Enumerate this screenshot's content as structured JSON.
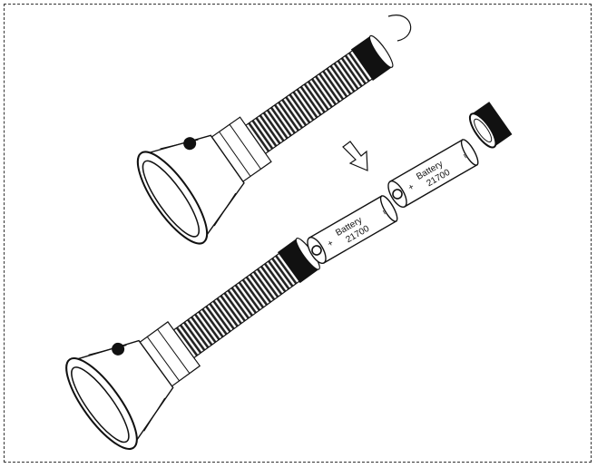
{
  "batteries": [
    {
      "label": "Battery",
      "model": "21700",
      "positive": "+",
      "negative": "−"
    },
    {
      "label": "Battery",
      "model": "21700",
      "positive": "+",
      "negative": "−"
    }
  ],
  "icons": [
    "rotate-arrow-icon",
    "insert-arrow-icon"
  ],
  "colors": {
    "line": "#111111",
    "background": "#ffffff"
  }
}
